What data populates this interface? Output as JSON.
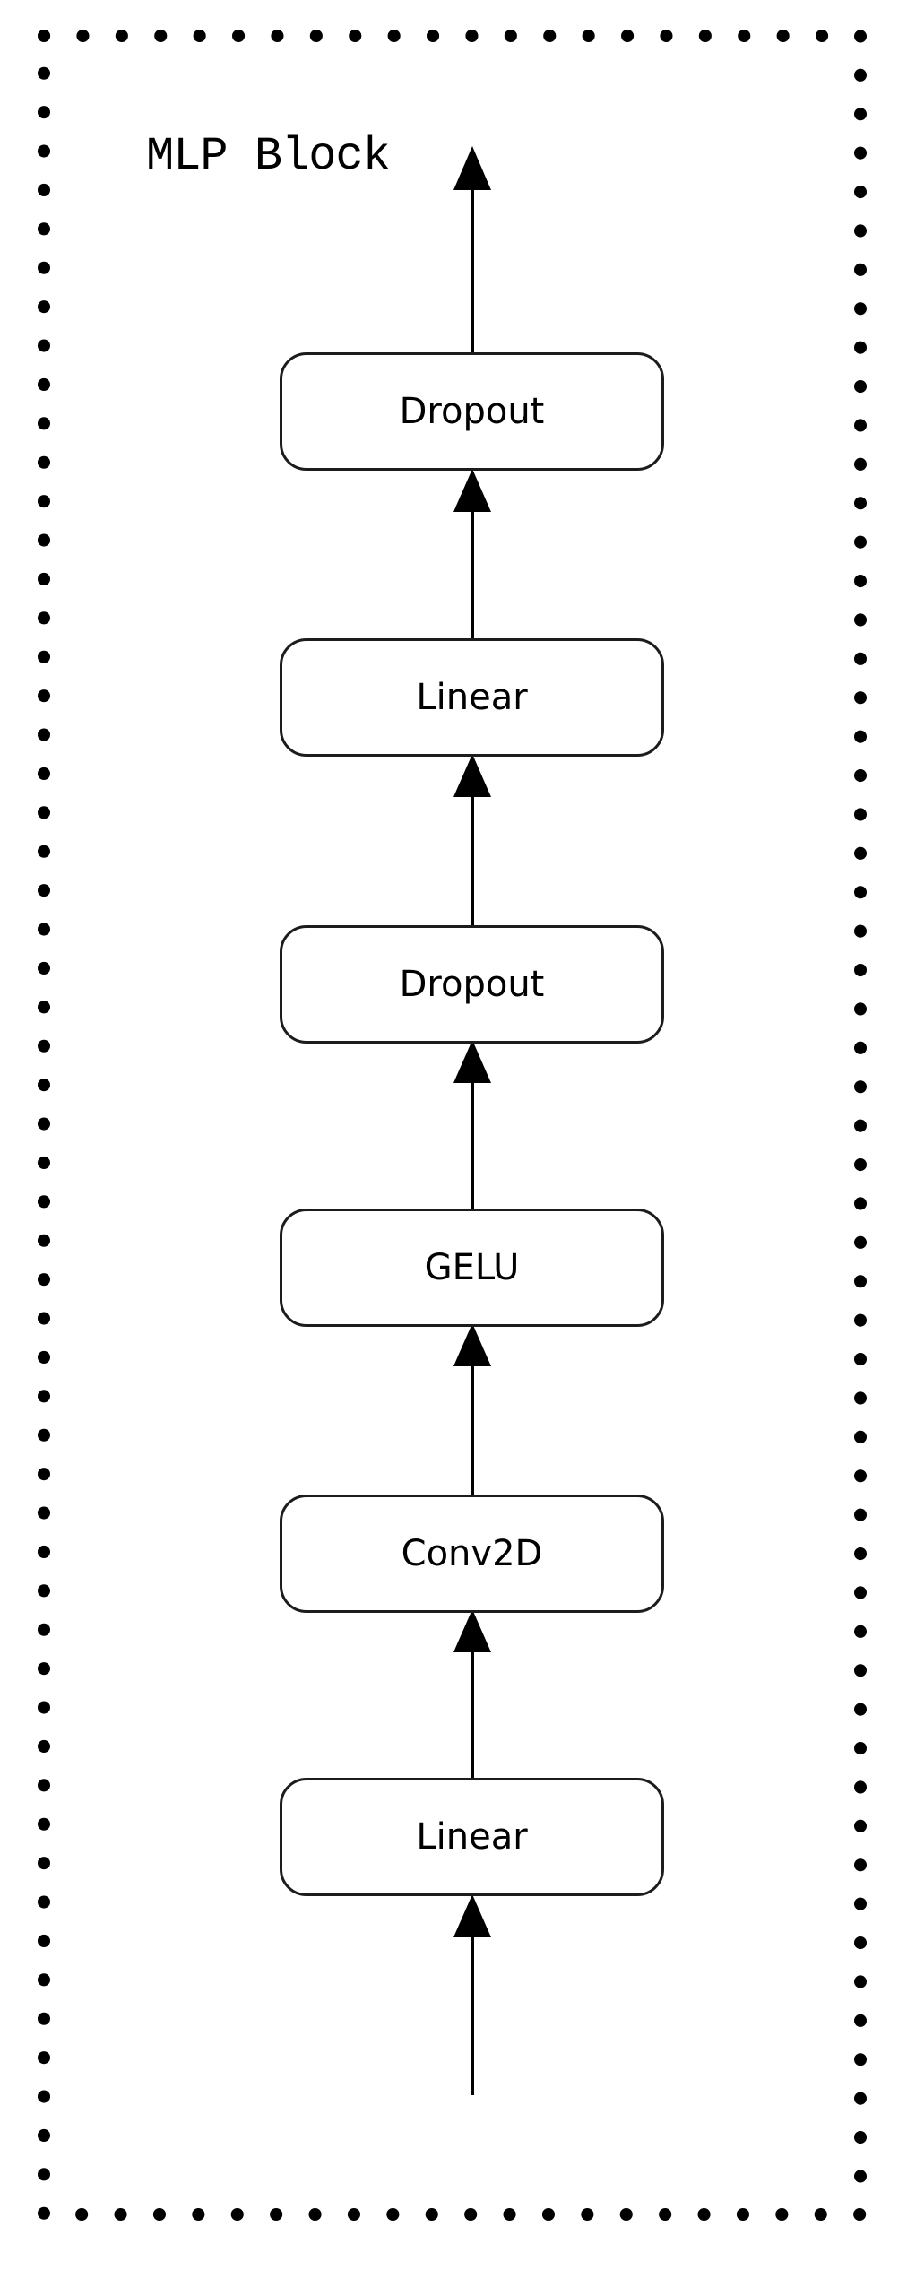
{
  "diagram": {
    "type": "flowchart",
    "title": "MLP Block",
    "flow_direction": "bottom-to-top",
    "container_style": "dotted-border-rectangle",
    "nodes": [
      {
        "label": "Dropout"
      },
      {
        "label": "Linear"
      },
      {
        "label": "Dropout"
      },
      {
        "label": "GELU"
      },
      {
        "label": "Conv2D"
      },
      {
        "label": "Linear"
      }
    ],
    "flow_order_bottom_to_top": [
      "Linear",
      "Conv2D",
      "GELU",
      "Dropout",
      "Linear",
      "Dropout"
    ],
    "arrow_count": 7,
    "colors": {
      "background": "#ffffff",
      "line": "#000000",
      "text": "#000000",
      "node_fill": "#ffffff",
      "node_border": "#1c1c1c"
    }
  }
}
